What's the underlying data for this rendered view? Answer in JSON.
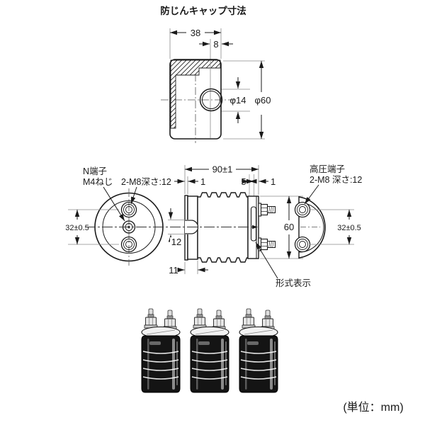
{
  "title": "防じんキャップ寸法",
  "unit_note": "(単位：mm)",
  "cap_view": {
    "width": "38",
    "wall_offset": "8",
    "hole_dia": "φ14",
    "outer_dia": "φ60"
  },
  "side_view": {
    "length": "90±1",
    "left_plate": "1",
    "flange_5": "5",
    "flange_1": "1",
    "height": "60",
    "hole_height": "12",
    "first_section": "11",
    "model_label": "形式表示"
  },
  "left_view": {
    "terminal_label_1": "N端子",
    "terminal_label_2": "M4ねじ",
    "thread_label": "2-M8深さ:12",
    "hole_pitch": "32±0.5"
  },
  "right_view": {
    "terminal_label_1": "高圧端子",
    "terminal_label_2": "2-M8 深さ:12",
    "hole_pitch": "32±0.5"
  }
}
